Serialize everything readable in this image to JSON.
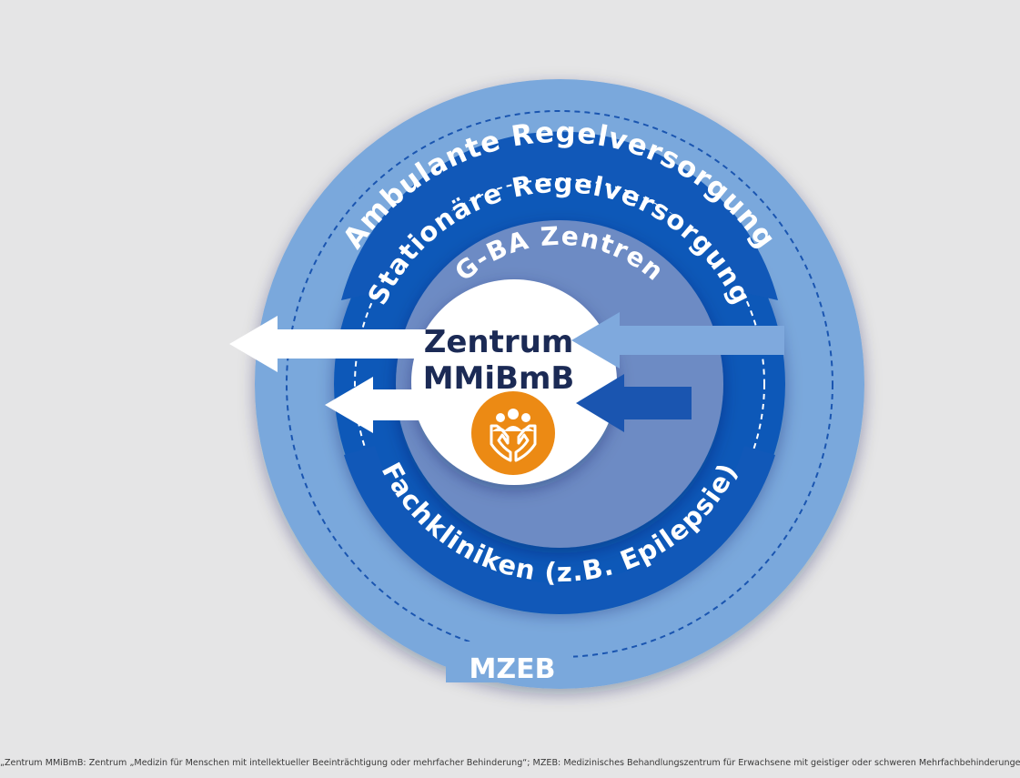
{
  "diagram": {
    "rings": {
      "outer": {
        "label": "Ambulante Regelversorgung",
        "bottom_label": "MZEB"
      },
      "second": {
        "label": "Stationäre Regelversorgung",
        "bottom_label": "Fachkliniken (z.B. Epilepsie)"
      },
      "third": {
        "label": "G-BA Zentren"
      },
      "center": {
        "line1": "Zentrum",
        "line2": "MMiBmB",
        "icon": "hands-holding-people-icon"
      }
    },
    "colors": {
      "background": "#e5e5e6",
      "outer_ring": "#7aa8dc",
      "second_ring": "#1158b8",
      "third_ring": "#6d8bc4",
      "center_circle": "#ffffff",
      "center_text": "#1b2a55",
      "icon_badge": "#ec8a14",
      "arrow_white": "#ffffff",
      "arrow_light": "#7fa9dd",
      "arrow_dark": "#1a55b0"
    }
  },
  "footnote": "„Zentrum MMiBmB: Zentrum „Medizin für Menschen mit intellektueller Beeinträchtigung oder mehrfacher Behinderung“; MZEB: Medizinisches Behandlungszentrum für Erwachsene mit geistiger oder schweren Mehrfachbehinderungen"
}
